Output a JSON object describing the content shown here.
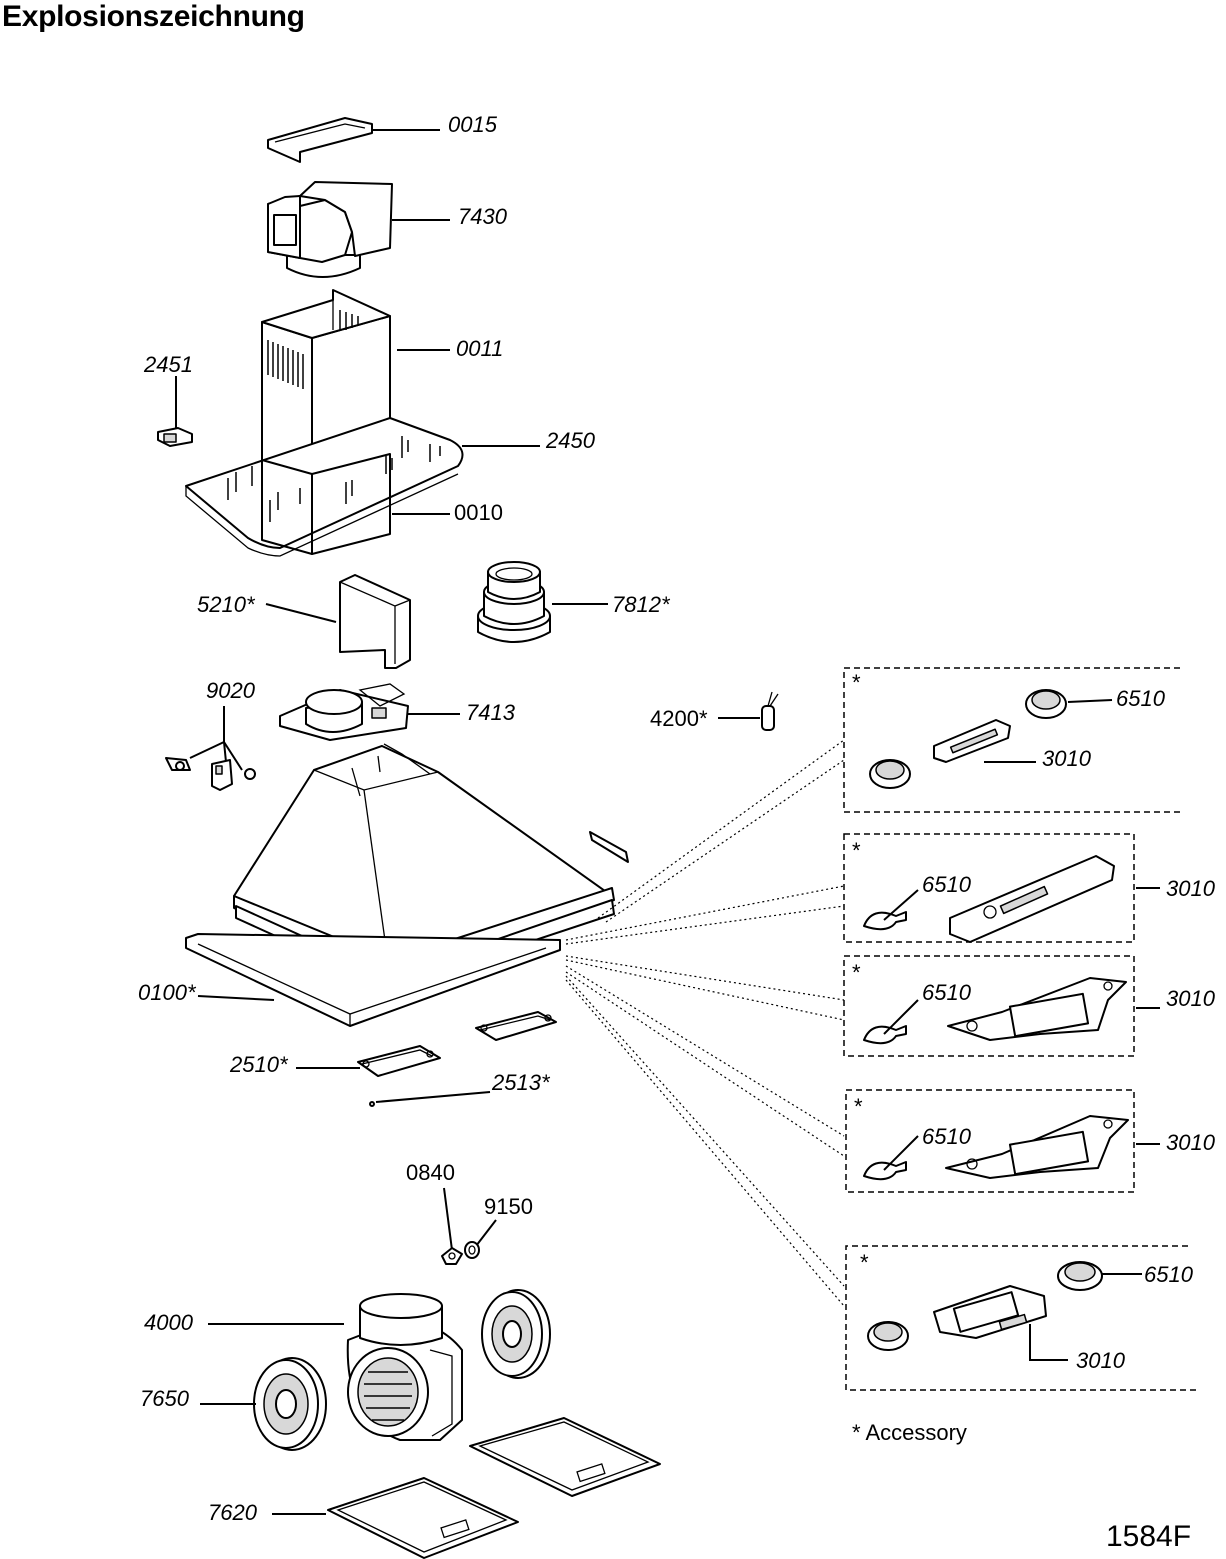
{
  "title": "Explosionszeichnung",
  "drawing_id": "1584F",
  "accessory_note": "* Accessory",
  "asterisk": "*",
  "labels": {
    "p0015": "0015",
    "p7430": "7430",
    "p0011": "0011",
    "p2451": "2451",
    "p2450": "2450",
    "p0010": "0010",
    "p5210": "5210*",
    "p7812": "7812*",
    "p9020": "9020",
    "p7413": "7413",
    "p4200": "4200*",
    "p0100": "0100*",
    "p2510": "2510*",
    "p2513": "2513*",
    "p0840": "0840",
    "p9150": "9150",
    "p4000": "4000",
    "p7650": "7650",
    "p7620": "7620",
    "box1_6510": "6510",
    "box1_3010": "3010",
    "box2_6510": "6510",
    "box2_3010": "3010",
    "box3_6510": "6510",
    "box3_3010": "3010",
    "box4_6510": "6510",
    "box4_3010": "3010",
    "box5_6510": "6510",
    "box5_3010": "3010"
  }
}
